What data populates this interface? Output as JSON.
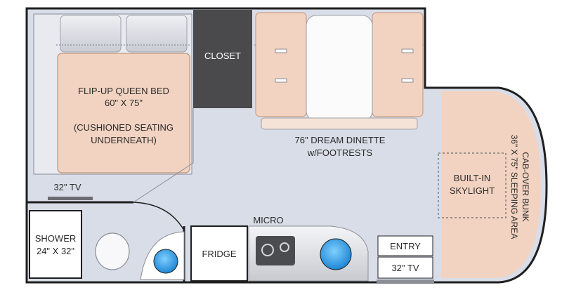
{
  "colors": {
    "floor": "#d9dde8",
    "wall": "#1f1f1f",
    "bed": "#f2d3c1",
    "bed_edge": "#c99f86",
    "closet": "#4a4a4d",
    "fixture": "#f4f4f6",
    "sink": "#2fa3e8",
    "counter": "#dfe0e4",
    "bunk": "#f2d3c1"
  },
  "rooms": {
    "bed": {
      "line1": "FLIP-UP QUEEN BED",
      "line2": "60\" X 75\"",
      "line3": "(CUSHIONED SEATING",
      "line4": "UNDERNEATH)"
    },
    "closet": "CLOSET",
    "dinette": {
      "line1": "76\" DREAM DINETTE",
      "line2": "w/FOOTRESTS"
    },
    "skylight": {
      "line1": "BUILT-IN",
      "line2": "SKYLIGHT"
    },
    "bunk": {
      "line1": "CAB-OVER BUNK",
      "line2": "36\" X 75\" SLEEPING AREA"
    },
    "tv_rear": "32\" TV",
    "shower": {
      "line1": "SHOWER",
      "line2": "24\" X 32\""
    },
    "fridge": "FRIDGE",
    "micro": "MICRO",
    "entry": "ENTRY",
    "tv_entry": "32\" TV"
  }
}
